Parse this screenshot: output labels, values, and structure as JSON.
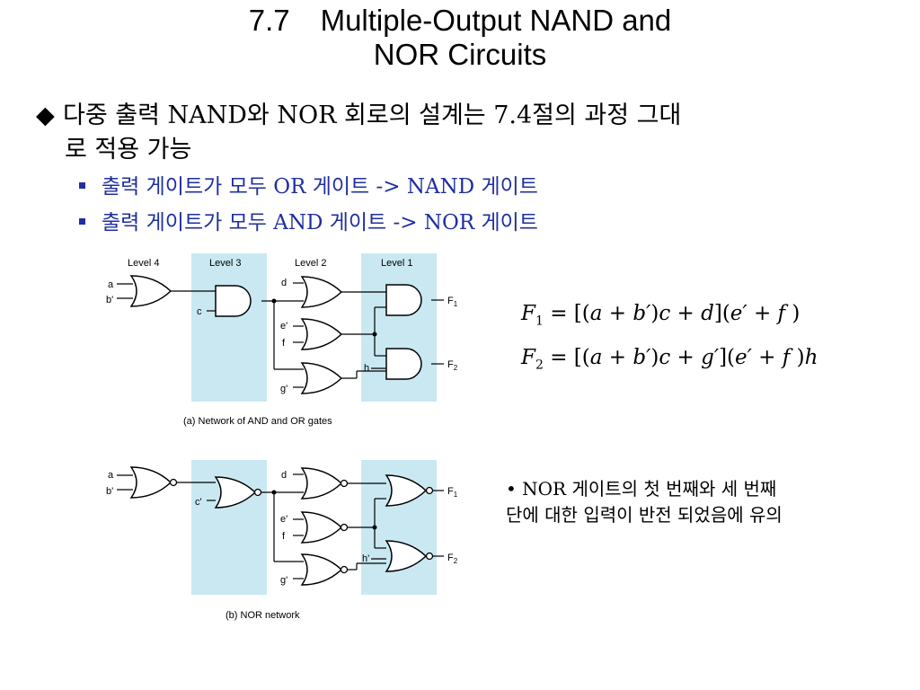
{
  "title": {
    "number": "7.7",
    "line1": "Multiple-Output NAND and",
    "line2": "NOR Circuits"
  },
  "main_point": {
    "symbol": "◆",
    "line1": "다중 출력 NAND와 NOR 회로의 설계는 7.4절의 과정 그대",
    "line2": "로 적용 가능"
  },
  "bullets": [
    {
      "text": "출력 게이트가 모두 OR 게이트 -> NAND 게이트"
    },
    {
      "text": "출력 게이트가 모두 AND 게이트 -> NOR 게이트"
    }
  ],
  "diagram_a": {
    "levels": [
      "Level 4",
      "Level 3",
      "Level 2",
      "Level 1"
    ],
    "inputs": [
      "a",
      "b'",
      "c",
      "d",
      "e'",
      "f",
      "g'",
      "h"
    ],
    "outputs": [
      "F1",
      "F2"
    ],
    "caption": "(a) Network of AND and OR gates"
  },
  "diagram_b": {
    "inputs": [
      "a",
      "b'",
      "c'",
      "d",
      "e'",
      "f",
      "g'",
      "h'"
    ],
    "outputs": [
      "F2",
      "F1"
    ],
    "caption": "(b) NOR network"
  },
  "equations": {
    "f1": "F1 = [(a + b')c + d](e' + f)",
    "f2": "F2 = [(a + b')c + g'](e' + f)h"
  },
  "note": {
    "line1": "• NOR 게이트의 첫 번째와 세 번째",
    "line2": "단에 대한 입력이 반전 되었음에 유의"
  },
  "colors": {
    "level_band": "#c9e8f2",
    "bullet_text": "#1f2f9f"
  }
}
